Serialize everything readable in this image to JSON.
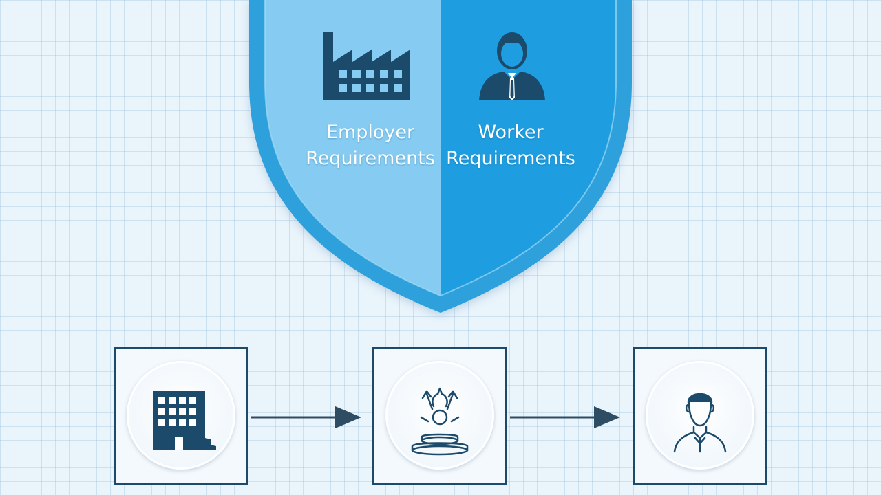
{
  "shield": {
    "left_label_line1": "Employer",
    "left_label_line2": "Requirements",
    "right_label_line1": "Worker",
    "right_label_line2": "Requirements",
    "left_icon": "factory-icon",
    "right_icon": "worker-icon"
  },
  "steps": [
    {
      "icon": "office-building-icon"
    },
    {
      "icon": "process-platform-icon"
    },
    {
      "icon": "person-icon"
    }
  ],
  "colors": {
    "shield_outer": "#2fa0dc",
    "shield_left": "#86ccf2",
    "shield_right": "#1e9ee0",
    "icon_dark": "#1b4a6b",
    "background": "#eaf4fb"
  }
}
